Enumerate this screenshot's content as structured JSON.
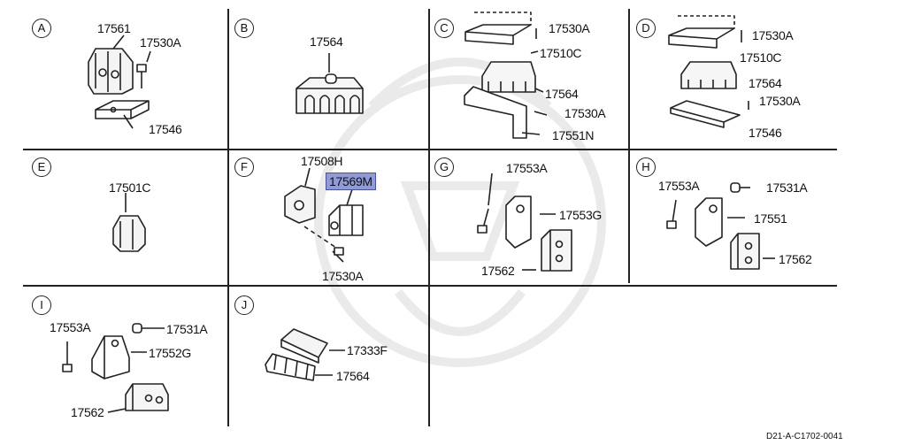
{
  "diagram": {
    "panels": [
      {
        "letter": "A",
        "parts": [
          "17561",
          "17530A",
          "17546"
        ]
      },
      {
        "letter": "B",
        "parts": [
          "17564"
        ]
      },
      {
        "letter": "C",
        "parts": [
          "17530A",
          "17510C",
          "17564",
          "17530A",
          "17551N"
        ]
      },
      {
        "letter": "D",
        "parts": [
          "17530A",
          "17510C",
          "17564",
          "17530A",
          "17546"
        ]
      },
      {
        "letter": "E",
        "parts": [
          "17501C"
        ]
      },
      {
        "letter": "F",
        "parts": [
          "17508H",
          "17569M",
          "17530A"
        ]
      },
      {
        "letter": "G",
        "parts": [
          "17553A",
          "17553G",
          "17562"
        ]
      },
      {
        "letter": "H",
        "parts": [
          "17553A",
          "17531A",
          "17551",
          "17562"
        ]
      },
      {
        "letter": "I",
        "parts": [
          "17553A",
          "17531A",
          "17552G",
          "17562"
        ]
      },
      {
        "letter": "J",
        "parts": [
          "17333F",
          "17564"
        ]
      }
    ],
    "highlighted_part": "17569M",
    "footer_code": "D21-A-C1702-0041",
    "colors": {
      "highlight": "#8f9ad6",
      "line": "#222222",
      "background": "#ffffff"
    }
  }
}
